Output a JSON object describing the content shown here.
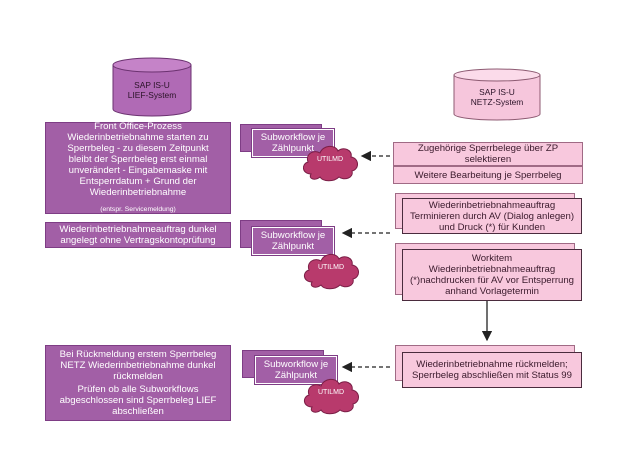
{
  "systems": {
    "lief": [
      "SAP IS-U",
      "LIEF-System"
    ],
    "netz": [
      "SAP IS-U",
      "NETZ-System"
    ]
  },
  "left": {
    "front_office": [
      "Front Office-Prozess",
      "Wiederinbetriebnahme  starten zu",
      "Sperrbeleg  - zu diesem Zeitpunkt",
      "bleibt der Sperrbeleg erst einmal",
      "unverändert - Eingabemaske mit",
      "Entsperrdatum + Grund der",
      "Wiederinbetriebnahme"
    ],
    "front_office_note": "(entspr. Servicemeldung)",
    "dunkel_auftrag": [
      "Wiederinbetriebnahmeauftrag dunkel",
      "angelegt ohne Vertragskontoprüfung"
    ],
    "rueckmeldung": [
      "Bei Rückmeldung  erstem Sperrbeleg",
      "NETZ Wiederinbetriebnahme  dunkel",
      "rückmelden"
    ],
    "pruefen": [
      "Prüfen ob alle Subworkflows",
      "abgeschlossen sind Sperrbeleg LIEF",
      "abschließen"
    ]
  },
  "subworkflow": [
    "Subworkflow je",
    "Zählpunkt"
  ],
  "cloud_label": "UTILMD",
  "right": {
    "sperrbelege": [
      "Zugehörige  Sperrbelege  über ZP",
      "selektieren"
    ],
    "weitere": "Weitere Bearbeitung  je Sperrbeleg",
    "terminieren": [
      "Wiederinbetriebnahmeauftrag",
      "Terminieren  durch AV (Dialog  anlegen)",
      "und Druck (*) für Kunden"
    ],
    "workitem": [
      "Workitem",
      "Wiederinbetriebnahmeauftrag",
      "(*)nachdrucken für AV vor Entsperrung",
      "anhand Vorlagetermin"
    ],
    "rueckmelden": [
      "Wiederinbetriebnahme  rückmelden;",
      "Sperrbeleg  abschließen mit Status 99"
    ]
  },
  "colors": {
    "purple": "#a25fa6",
    "pink": "#f8c8dd",
    "cylinder_left": "#b06ab5",
    "cylinder_right": "#f6c6dc",
    "cloud": "#b83a6c"
  }
}
